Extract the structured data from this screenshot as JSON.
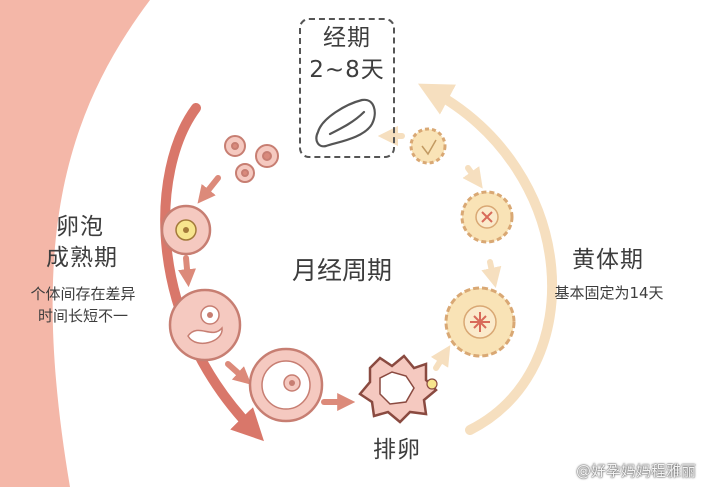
{
  "menses": {
    "title": "经期",
    "days": "2~8天"
  },
  "follicular": {
    "title_line1": "卵泡",
    "title_line2": "成熟期",
    "note_line1": "个体间存在差异",
    "note_line2": "时间长短不一"
  },
  "cycle": {
    "label": "月经周期"
  },
  "luteal": {
    "title": "黄体期",
    "note": "基本固定为14天"
  },
  "ovulation": {
    "label": "排卵"
  },
  "watermark": "@好孕妈妈程雅丽",
  "colors": {
    "corner_blob": "#f4b7a8",
    "arrow_left": "#d9776a",
    "arrow_right": "#f6dfbf",
    "follicle_fill": "#f5c9c0",
    "follicle_stroke": "#c77e72",
    "corpus_fill": "#f9e3b6",
    "corpus_stroke": "#d9a874",
    "text": "#3d3d3d"
  }
}
